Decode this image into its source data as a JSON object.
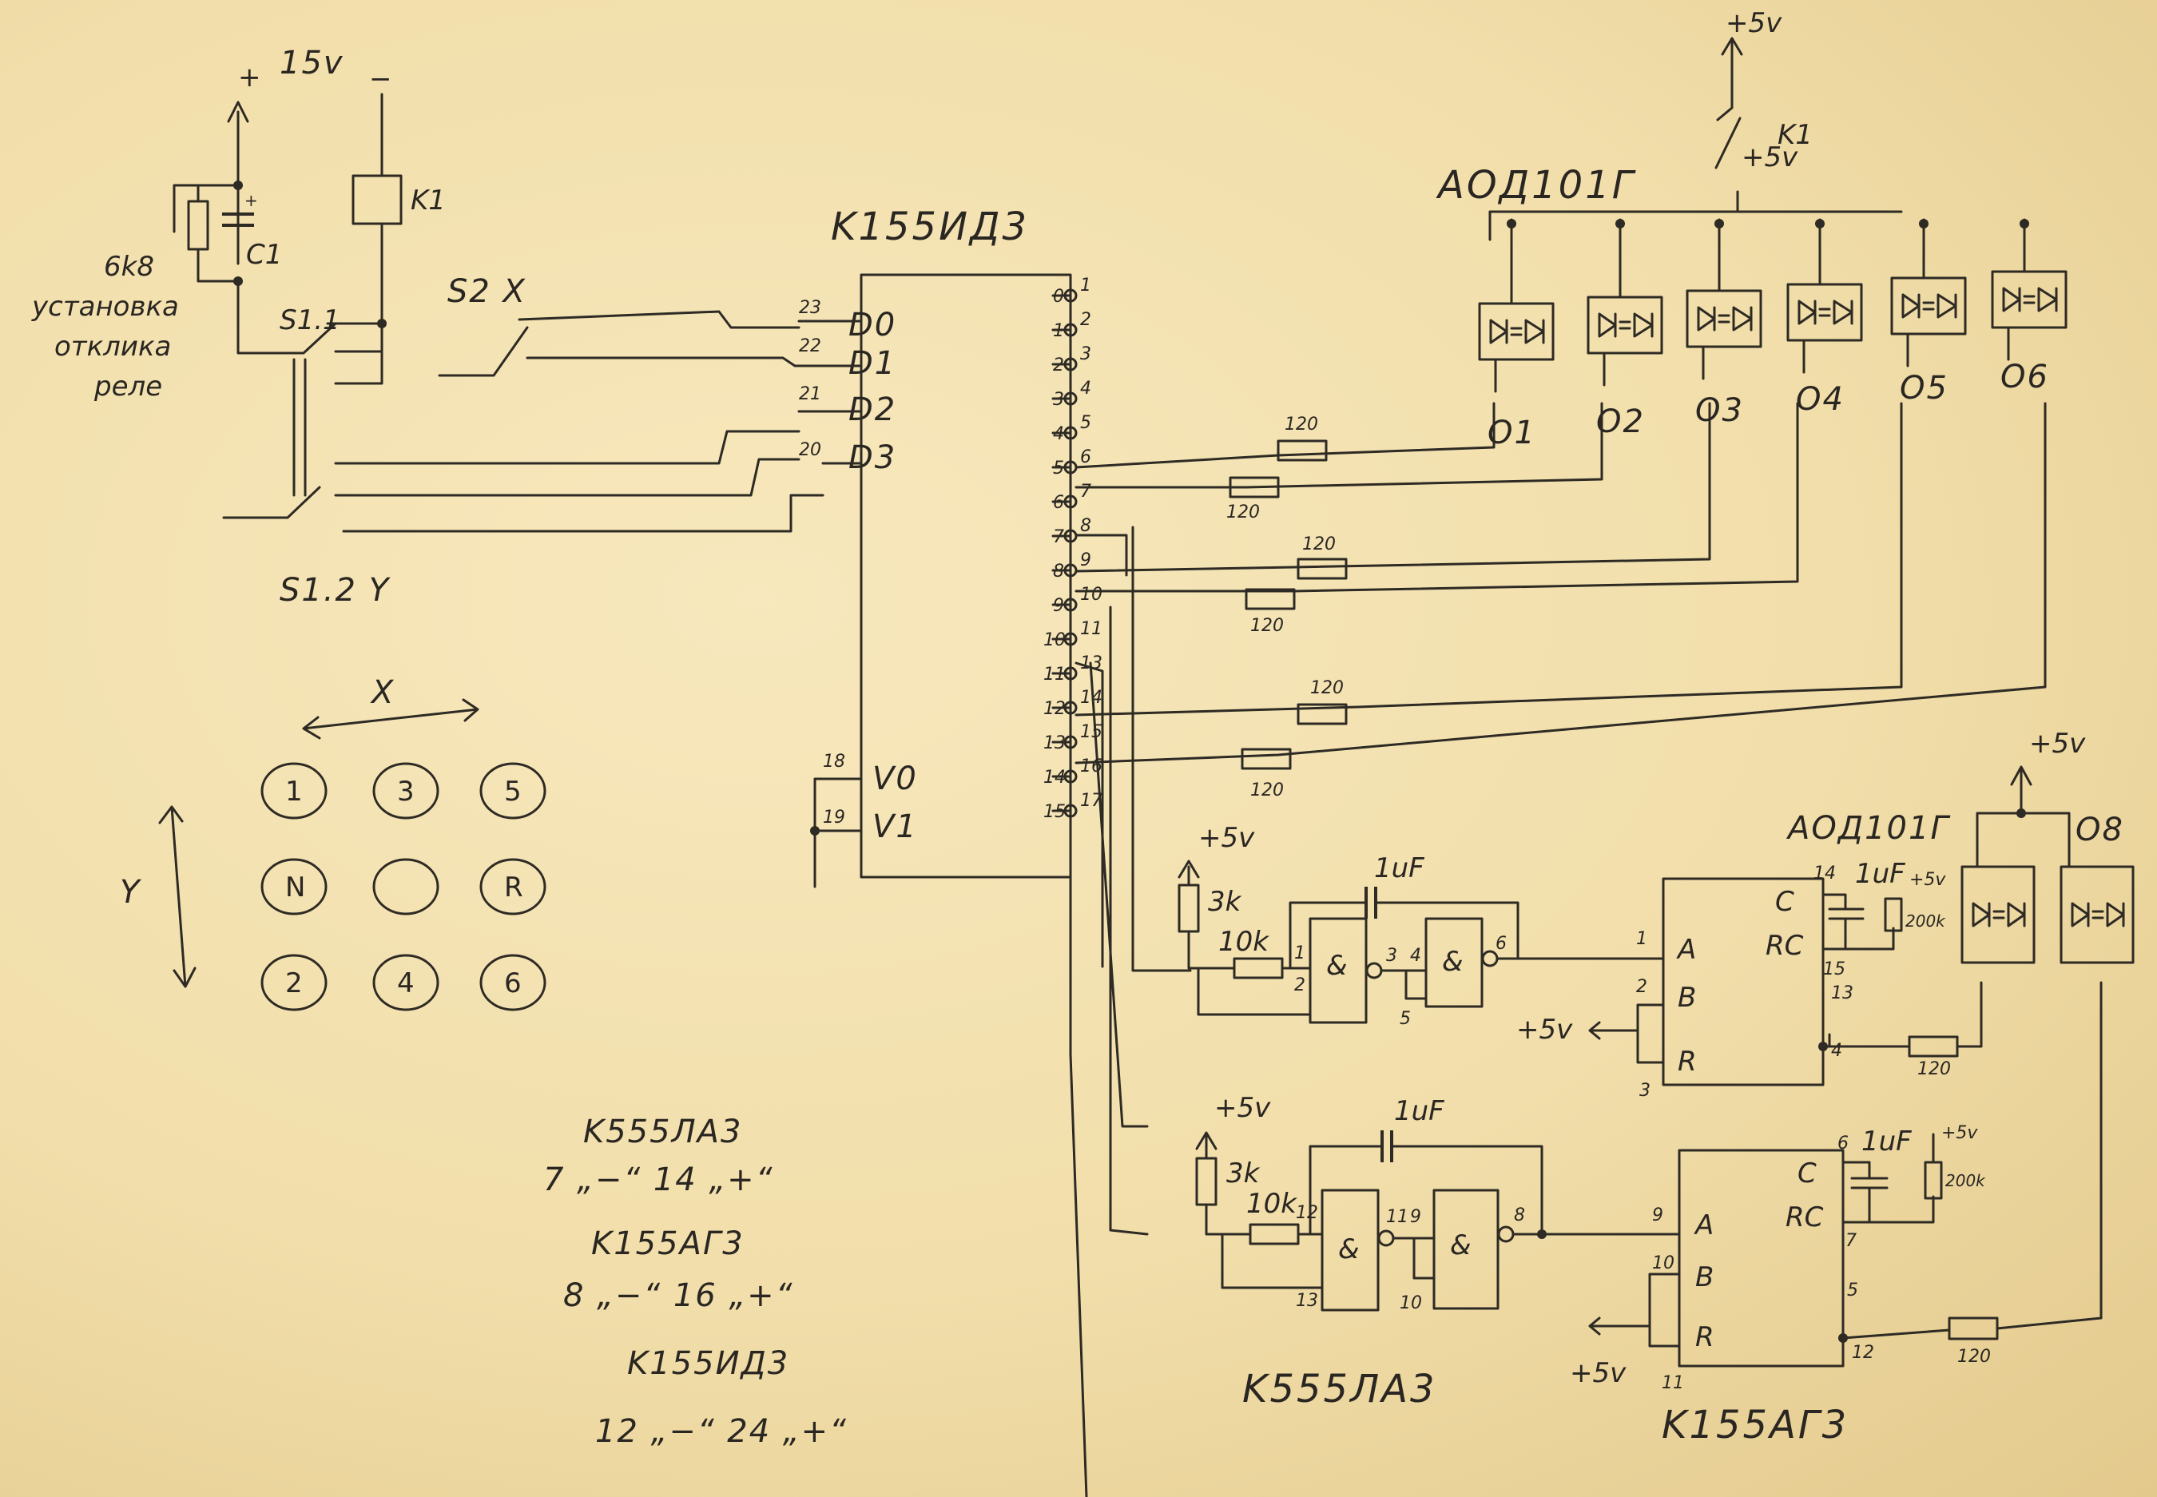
{
  "power": {
    "supply": "15v",
    "plus": "+",
    "minus": "−",
    "cap_plus": "+",
    "v5": "+5v"
  },
  "relay": {
    "coil": "K1",
    "contact": "K1",
    "cap": "C1",
    "resistor": "6k8",
    "note": [
      "установка",
      "отклика",
      "реле"
    ]
  },
  "switches": {
    "s1_1": "S1.1",
    "s1_2": "S1.2 Y",
    "s2": "S2 X"
  },
  "decoder": {
    "label": "K155ИД3",
    "input_pins": [
      {
        "num": "23",
        "name": "D0"
      },
      {
        "num": "22",
        "name": "D1"
      },
      {
        "num": "21",
        "name": "D2"
      },
      {
        "num": "20",
        "name": "D3"
      }
    ],
    "enable_pins": [
      {
        "num": "18",
        "name": "V0"
      },
      {
        "num": "19",
        "name": "V1"
      }
    ],
    "out_numbers": [
      "0",
      "1",
      "2",
      "3",
      "4",
      "5",
      "6",
      "7",
      "8",
      "9",
      "10",
      "11",
      "12",
      "13",
      "14",
      "15"
    ],
    "out_pins": [
      "1",
      "2",
      "3",
      "4",
      "5",
      "6",
      "7",
      "8",
      "9",
      "10",
      "11",
      "13",
      "14",
      "15",
      "16",
      "17"
    ]
  },
  "optocouplers": {
    "label_top": "АОД101Г",
    "label_bottom": "АОД101Г",
    "top_names": [
      "O1",
      "O2",
      "O3",
      "O4",
      "O5",
      "O6"
    ],
    "bottom_names": [
      "O8"
    ]
  },
  "resistors": {
    "led": "120",
    "pullup": "3k",
    "series": "10k",
    "timing": "200k"
  },
  "capacitors": {
    "coupling": "1uF",
    "timing": "1uF"
  },
  "monostable_1": {
    "gate_symbol": "&",
    "gate_pins": [
      "1",
      "2",
      "3",
      "4",
      "5",
      "6"
    ],
    "ag3_pins": {
      "A": "1",
      "B": "2",
      "R": "3",
      "C": "14",
      "RC": "15",
      "out": "13",
      "q": "4"
    }
  },
  "monostable_2": {
    "gate_symbol": "&",
    "gate_pins": [
      "12",
      "13",
      "11",
      "9",
      "10",
      "8"
    ],
    "ag3_pins": {
      "A": "9",
      "B": "10",
      "R": "11",
      "C": "6",
      "RC": "7",
      "out": "5",
      "q": "12"
    }
  },
  "ag3_letters": [
    "A",
    "B",
    "R",
    "C",
    "RC"
  ],
  "chips": {
    "la3": "K555ЛА3",
    "ag3": "K155АГ3"
  },
  "axes": {
    "x": "X",
    "y": "Y"
  },
  "buttons": [
    [
      "1",
      "3",
      "5"
    ],
    [
      "N",
      "",
      "R"
    ],
    [
      "2",
      "4",
      "6"
    ]
  ],
  "power_notes": [
    {
      "chip": "K555ЛА3",
      "line": "7 „−“  14 „+“"
    },
    {
      "chip": "K155АГ3",
      "line": "8 „−“  16 „+“"
    },
    {
      "chip": "K155ИД3",
      "line": "12 „−“  24 „+“"
    }
  ]
}
